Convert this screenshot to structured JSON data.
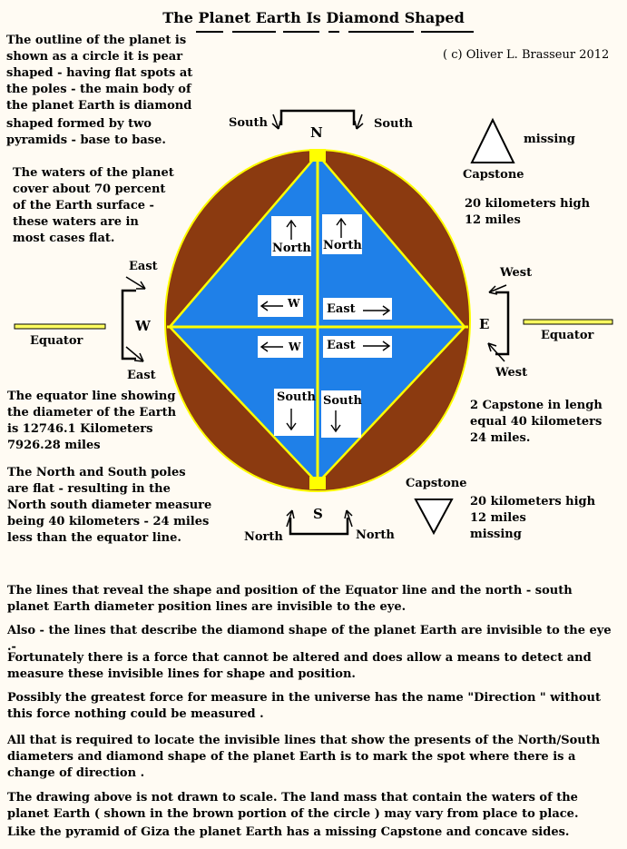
{
  "title": "The Planet Earth Is Diamond Shaped",
  "copyright": "( c)  Oliver L. Brasseur 2012",
  "left_notes": {
    "outline": [
      "The outline of the planet is",
      "shown as a circle it is pear",
      "shaped - having flat spots at",
      "the poles - the main body of",
      "the planet Earth is diamond",
      "shaped formed by two",
      "pyramids - base to base."
    ],
    "waters": [
      "The waters of the planet",
      "cover about 70 percent",
      "of the Earth surface -",
      "these waters are in",
      "most cases flat."
    ],
    "equator_line": [
      "The equator line showing",
      "the diameter of the Earth",
      "is 12746.1 Kilometers",
      "7926.28 miles"
    ],
    "poles": [
      "The North and South poles",
      "are flat - resulting in the",
      "North south diameter measure",
      "being  40 kilometers - 24 miles",
      "less than the equator line."
    ]
  },
  "right_notes": {
    "missing_top": "missing",
    "capstone_top": "Capstone",
    "height_top": [
      "20 kilometers high",
      "12 miles"
    ],
    "capstone_length": [
      "2 Capstone in lengh",
      "equal 40 kilometers",
      "24 miles."
    ],
    "capstone_bottom": "Capstone",
    "height_bottom": [
      "20 kilometers high",
      "12 miles",
      "missing"
    ]
  },
  "labels": {
    "south_left": "South",
    "south_right": "South",
    "n": "N",
    "s": "S",
    "north_left": "North",
    "north_right": "North",
    "east_top": "East",
    "east_bottom": "East",
    "w": "W",
    "e": "E",
    "west_top": "West",
    "west_bottom": "West",
    "equator_left": "Equator",
    "equator_right": "Equator"
  },
  "diamond_labels": {
    "north1": "North",
    "north2": "North",
    "w1": "W",
    "east1": "East",
    "w2": "W",
    "east2": "East",
    "south1": "South",
    "south2": "South"
  },
  "paragraphs": [
    "The lines that reveal the shape and position of the Equator line and the north - south planet Earth diameter position lines are invisible to the eye.",
    "Also - the lines that describe the diamond shape of the planet Earth are invisible to the eye .-",
    "Fortunately there is a force that cannot be altered and does allow a means to detect and measure these invisible lines for shape and position.",
    "Possibly the greatest force for measure in the universe has the name \"Direction \" without this force nothing could be measured .",
    "All that is required to locate the invisible lines that show the presents of the North/South diameters and diamond shape of the planet Earth is to mark the spot where there is a change of direction .",
    "The drawing above is not drawn to scale. The land mass that contain the waters of the planet Earth ( shown in the brown portion of the circle ) may vary from place to place.",
    "Like the pyramid of Giza the planet Earth has a missing Capstone and concave sides."
  ],
  "colors": {
    "land": "#8b3a10",
    "water": "#1f80e8",
    "line": "#ffff00",
    "background": "#fffbf3"
  }
}
